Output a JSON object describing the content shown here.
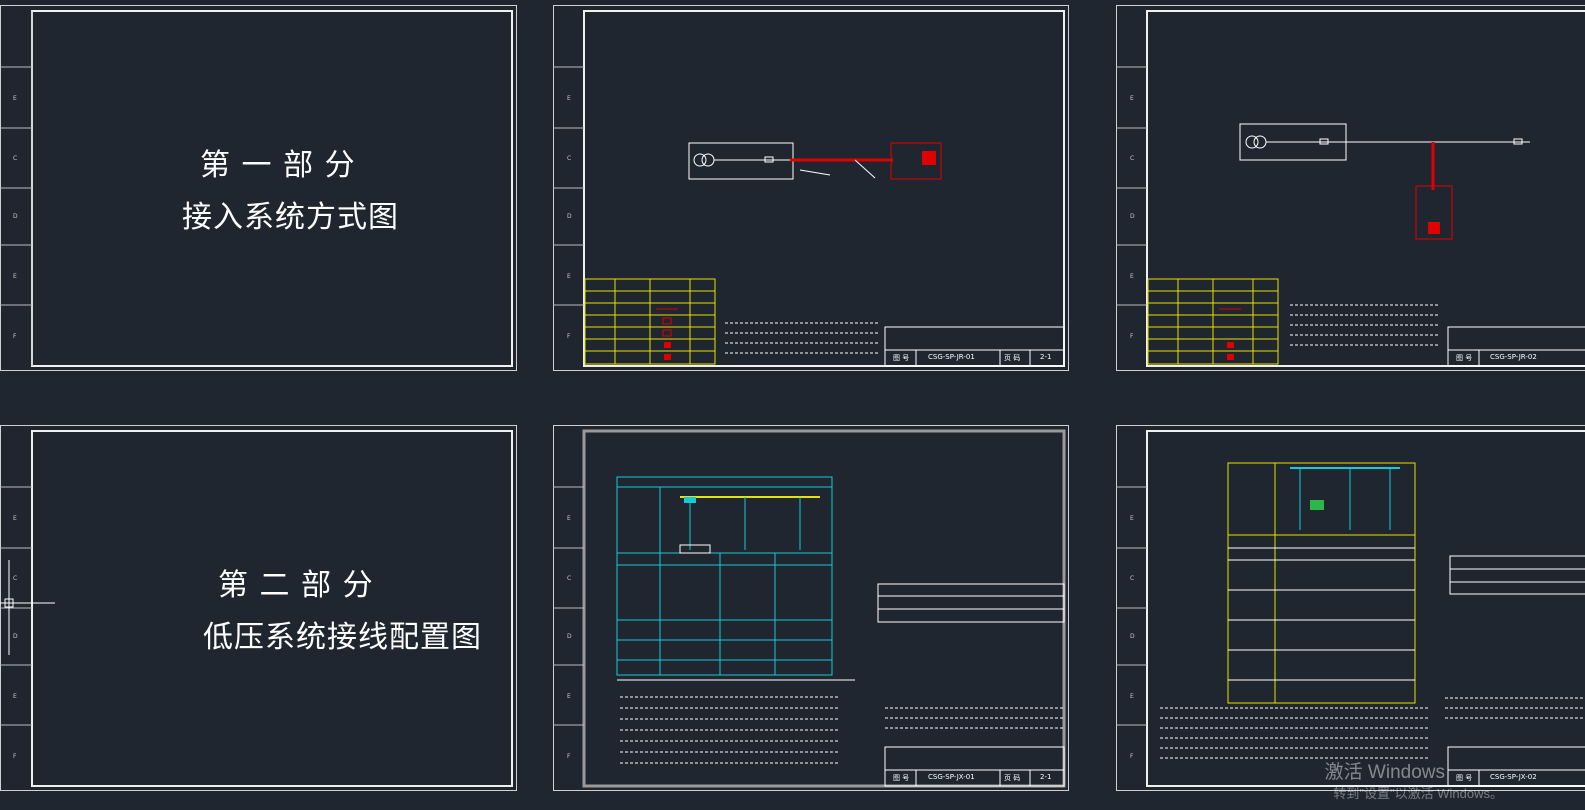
{
  "sheets": {
    "s1": {
      "title_line1": "第 一 部 分",
      "title_line2": "接入系统方式图"
    },
    "s4": {
      "title_line1": "第 二 部 分",
      "title_line2": "低压系统接线配置图"
    }
  },
  "zone_letters": [
    "E",
    "C",
    "D",
    "E",
    "F"
  ],
  "titleblock": {
    "fig_no_label": "图 号",
    "page_label": "页 码",
    "s2_code": "CSG-SP-JR-01",
    "s2_page": "2-1",
    "s3_code": "CSG-SP-JR-02",
    "s5_code": "CSG-SP-JX-01",
    "s5_page": "2-1",
    "s6_code": "CSG-SP-JX-02"
  },
  "watermark": {
    "title": "激活 Windows",
    "subtitle": "转到\"设置\"以激活 Windows。"
  },
  "colors": {
    "background": "#202630",
    "frame": "#e8e8e8",
    "legend_border": "#e5e300",
    "schematic_red": "#e00000",
    "schematic_cyan": "#18c8d8",
    "schematic_yellow": "#e5e300"
  }
}
